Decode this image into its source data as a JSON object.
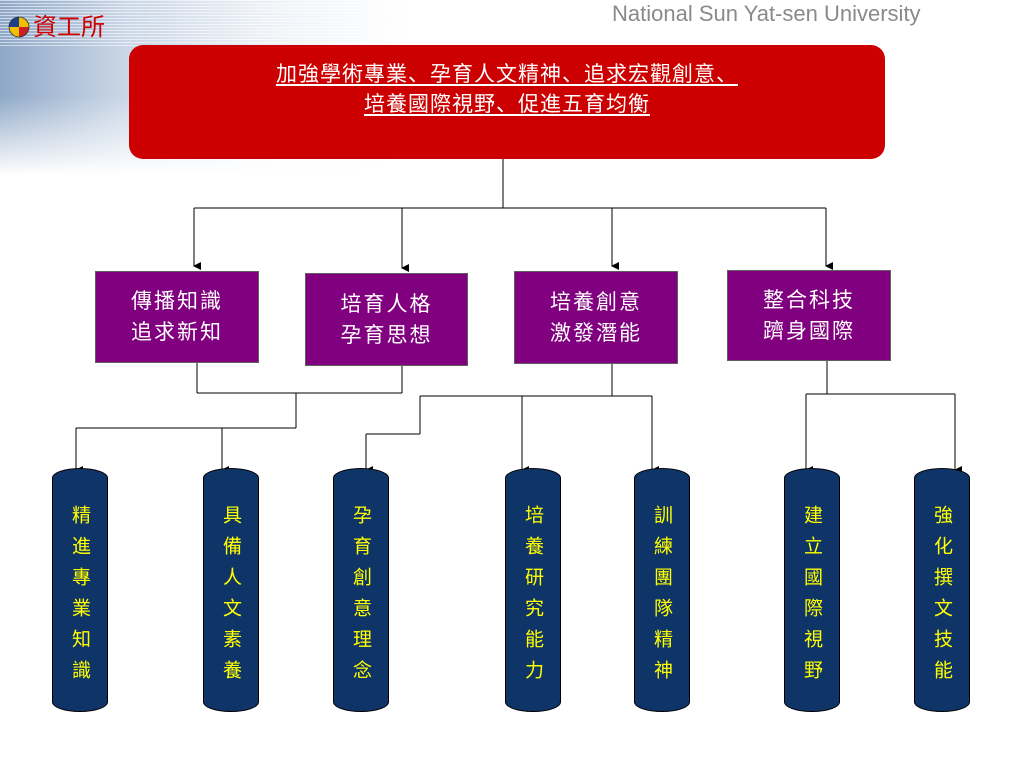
{
  "header": {
    "logo_text": "資工所",
    "logo_icon": "quadrant-globe-icon",
    "university": "National Sun Yat-sen University"
  },
  "colors": {
    "top_box": "#cc0000",
    "goal_box": "#800080",
    "cylinder": "#0f3468",
    "cylinder_text": "#ffff00",
    "logo_text": "#cc0000"
  },
  "top": {
    "line1": "加強學術專業、孕育人文精神、追求宏觀創意、",
    "line2": "培養國際視野、促進五育均衡"
  },
  "goals": [
    {
      "line1": "傳播知識",
      "line2": "追求新知"
    },
    {
      "line1": "培育人格",
      "line2": "孕育思想"
    },
    {
      "line1": "培養創意",
      "line2": "激發潛能"
    },
    {
      "line1": "整合科技",
      "line2": "躋身國際"
    }
  ],
  "pillars": [
    "精進專業知識",
    "具備人文素養",
    "孕育創意理念",
    "培養研究能力",
    "訓練團隊精神",
    "建立國際視野",
    "強化撰文技能"
  ]
}
